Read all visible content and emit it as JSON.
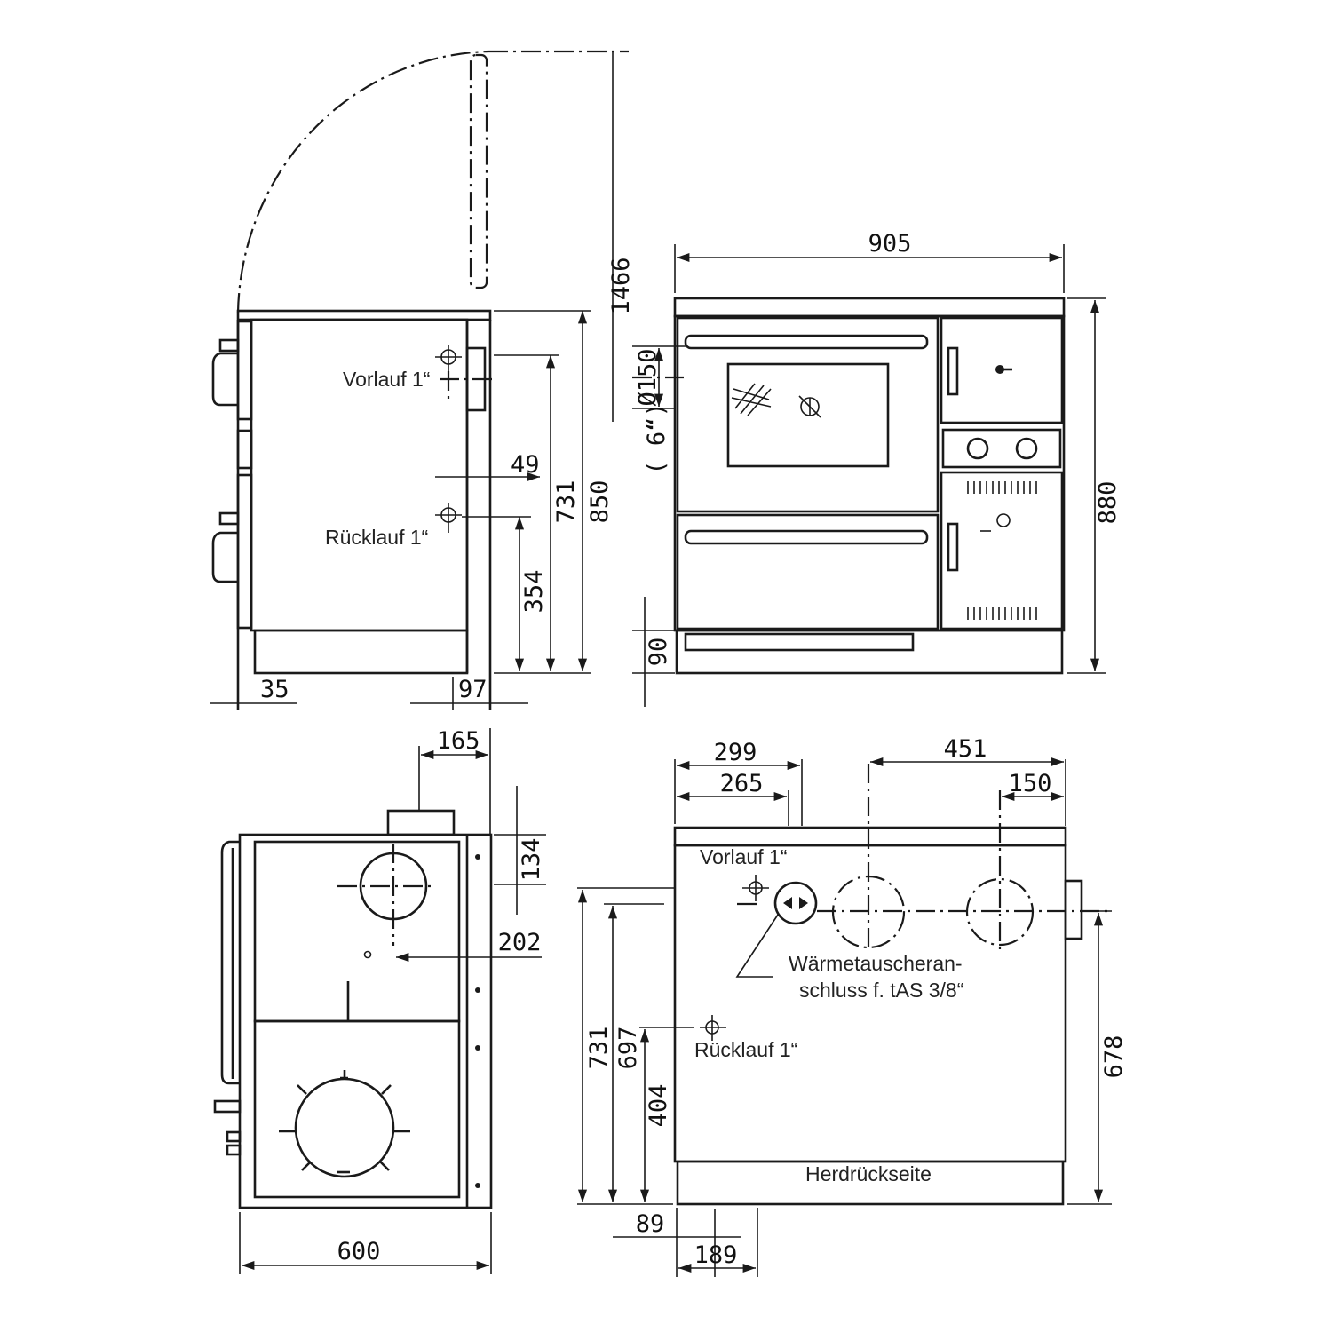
{
  "views": {
    "side": {
      "labels": {
        "supply": "Vorlauf 1“",
        "return": "Rücklauf 1“"
      },
      "dims": {
        "opening_height": "1466",
        "height_total": "850",
        "height_supply": "731",
        "height_return": "354",
        "offset_supply": "49",
        "left_offset": "35",
        "right_offset": "97"
      }
    },
    "front": {
      "dims": {
        "width": "905",
        "height": "880",
        "flue_diameter": "Ø150",
        "flue_inch": "( 6“)",
        "plinth": "90"
      }
    },
    "top": {
      "dims": {
        "depth": "600",
        "flue_offset": "165",
        "rear_offset": "134",
        "center_offset": "202"
      }
    },
    "rear": {
      "labels": {
        "supply": "Vorlauf 1“",
        "return": "Rücklauf 1“",
        "exchanger_line1": "Wärmetauscheran-",
        "exchanger_line2": "schluss f. tAS 3/8“",
        "back_side": "Herdrückseite"
      },
      "dims": {
        "d299": "299",
        "d265": "265",
        "d451": "451",
        "d150": "150",
        "h731": "731",
        "h697": "697",
        "h404": "404",
        "h678": "678",
        "d89": "89",
        "d189": "189"
      }
    }
  }
}
